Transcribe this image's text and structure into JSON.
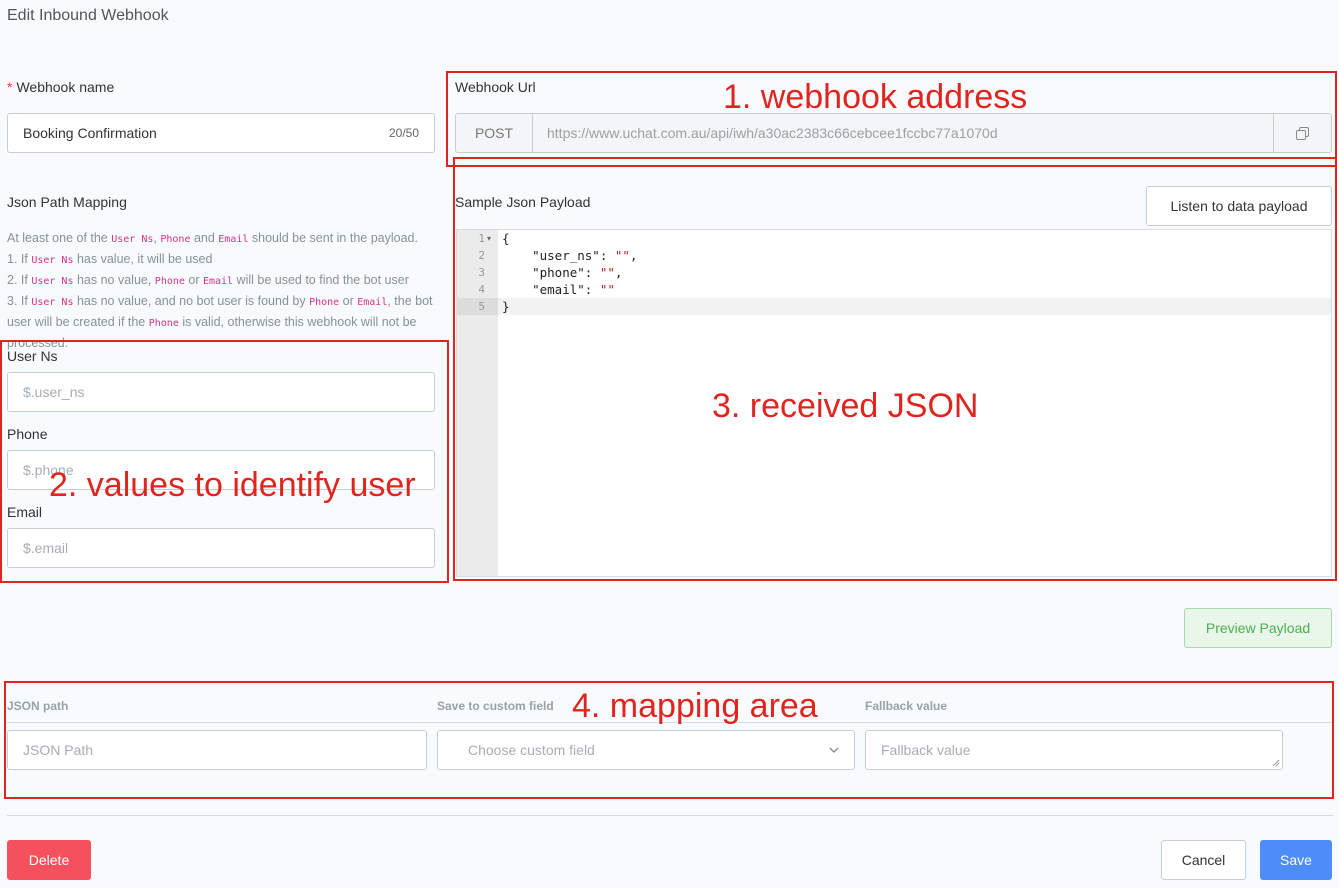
{
  "page": {
    "title": "Edit Inbound Webhook"
  },
  "webhook_name": {
    "label": "Webhook name",
    "required_mark": "*",
    "value": "Booking Confirmation",
    "counter": "20/50"
  },
  "webhook_url": {
    "label": "Webhook Url",
    "method": "POST",
    "url": "https://www.uchat.com.au/api/iwh/a30ac2383c66cebcee1fccbc77a1070d",
    "copy_icon": "copy-icon"
  },
  "json_path_mapping": {
    "label": "Json Path Mapping",
    "desc": {
      "l1_a": "At least one of the ",
      "c1": "User Ns",
      "l1_b": ", ",
      "c2": "Phone",
      "l1_c": " and ",
      "c3": "Email",
      "l1_d": " should be sent in the payload.",
      "l2_a": "1. If ",
      "c4": "User Ns",
      "l2_b": " has value, it will be used",
      "l3_a": "2. If ",
      "c5": "User Ns",
      "l3_b": " has no value, ",
      "c6": "Phone",
      "l3_c": " or ",
      "c7": "Email",
      "l3_d": " will be used to find the bot user",
      "l4_a": "3. If ",
      "c8": "User Ns",
      "l4_b": " has no value, and no bot user is found by ",
      "c9": "Phone",
      "l4_c": " or ",
      "c10": "Email",
      "l4_d": ", the bot user will be created if the ",
      "c11": "Phone",
      "l4_e": " is valid, otherwise this webhook will not be processed."
    }
  },
  "fields": {
    "user_ns": {
      "label": "User Ns",
      "placeholder": "$.user_ns"
    },
    "phone": {
      "label": "Phone",
      "placeholder": "$.phone"
    },
    "email": {
      "label": "Email",
      "placeholder": "$.email"
    }
  },
  "sample_payload": {
    "label": "Sample Json Payload",
    "listen_button": "Listen to data payload",
    "line_numbers": [
      "1",
      "2",
      "3",
      "4",
      "5"
    ],
    "lines": {
      "l1": "{",
      "l2_key": "    \"user_ns\": ",
      "l2_val": "\"\"",
      "l2_end": ",",
      "l3_key": "    \"phone\": ",
      "l3_val": "\"\"",
      "l3_end": ",",
      "l4_key": "    \"email\": ",
      "l4_val": "\"\"",
      "l5": "}"
    }
  },
  "preview_button": "Preview Payload",
  "mapping": {
    "col_json_path": "JSON path",
    "col_custom_field": "Save to custom field",
    "col_fallback": "Fallback value",
    "json_path_placeholder": "JSON Path",
    "custom_field_placeholder": "Choose custom field",
    "fallback_placeholder": "Fallback value"
  },
  "footer": {
    "delete": "Delete",
    "cancel": "Cancel",
    "save": "Save"
  },
  "annotations": {
    "a1": "1. webhook address",
    "a2": "2. values to identify user",
    "a3": "3. received JSON",
    "a4": "4. mapping area"
  },
  "colors": {
    "annotation": "#e0251f",
    "delete": "#f4505d",
    "save": "#4d8df7",
    "preview": "#4caf50"
  }
}
